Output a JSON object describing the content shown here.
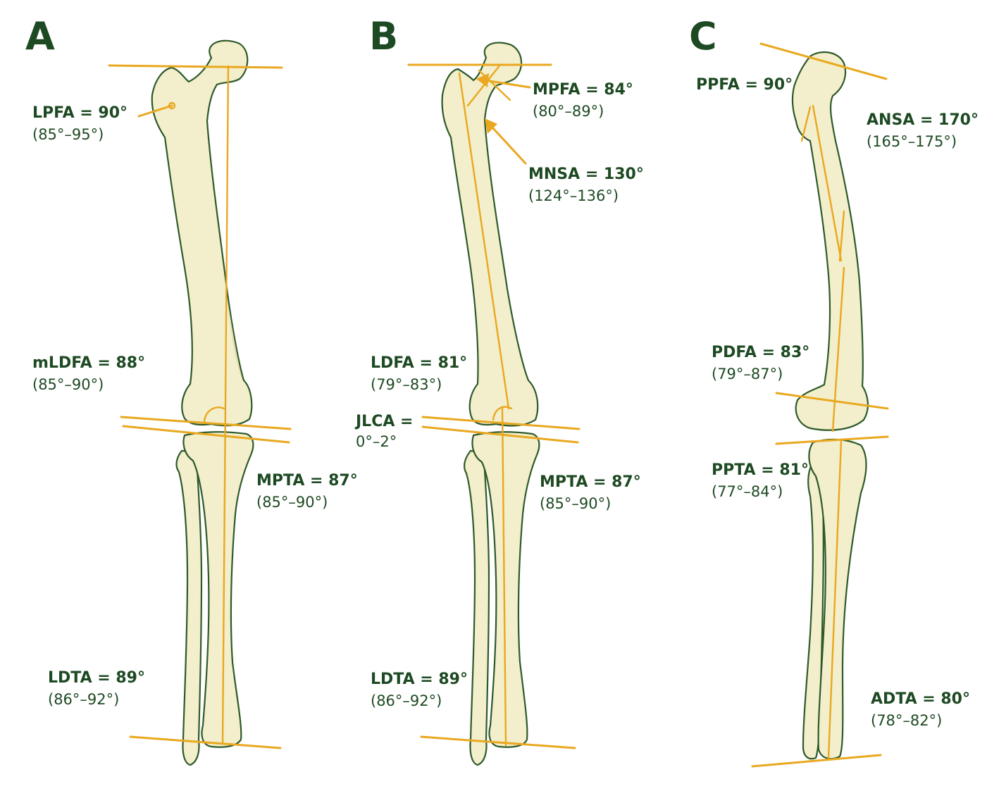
{
  "panels": [
    {
      "letter": "A",
      "labels": [
        {
          "name": "LPFA = 90°",
          "range": "(85°–95°)"
        },
        {
          "name": "mLDFA = 88°",
          "range": "(85°–90°)"
        },
        {
          "name": "MPTA = 87°",
          "range": "(85°–90°)"
        },
        {
          "name": "LDTA = 89°",
          "range": "(86°–92°)"
        }
      ]
    },
    {
      "letter": "B",
      "labels": [
        {
          "name": "MPFA = 84°",
          "range": "(80°–89°)"
        },
        {
          "name": "MNSA = 130°",
          "range": "(124°–136°)"
        },
        {
          "name": "LDFA = 81°",
          "range": "(79°–83°)"
        },
        {
          "name": "JLCA =",
          "range": "0°–2°"
        },
        {
          "name": "MPTA = 87°",
          "range": "(85°–90°)"
        },
        {
          "name": "LDTA = 89°",
          "range": "(86°–92°)"
        }
      ]
    },
    {
      "letter": "C",
      "labels": [
        {
          "name": "PPFA = 90°",
          "range": ""
        },
        {
          "name": "ANSA = 170°",
          "range": "(165°–175°)"
        },
        {
          "name": "PDFA = 83°",
          "range": "(79°–87°)"
        },
        {
          "name": "PPTA = 81°",
          "range": "(77°–84°)"
        },
        {
          "name": "ADTA = 80°",
          "range": "(78°–82°)"
        }
      ]
    }
  ],
  "colors": {
    "label_text": "#1e4a23",
    "bone_fill": "#f3eecb",
    "bone_outline": "#2e5a2a",
    "axis_line": "#e9a820"
  }
}
